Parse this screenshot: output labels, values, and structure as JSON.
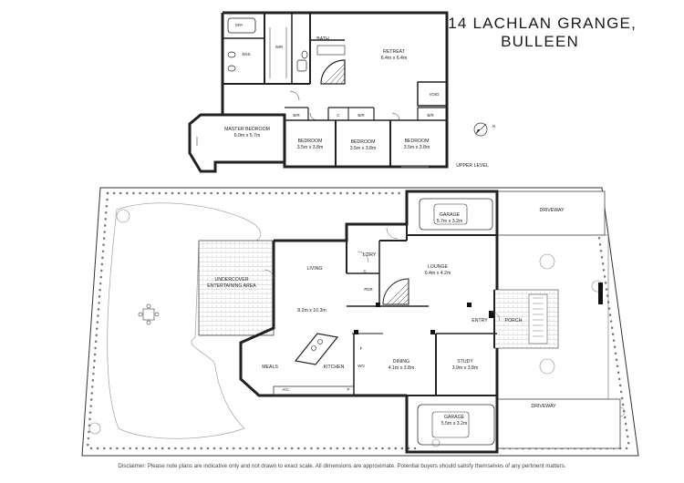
{
  "header": {
    "address_line1": "14 LACHLAN GRANGE,",
    "address_line2": "BULLEEN"
  },
  "upper_level": {
    "level_label": "UPPER LEVEL",
    "rooms": {
      "spa": "SPA",
      "ens": "ENS",
      "wir": "WIR",
      "bath": "BATH",
      "retreat_name": "RETREAT",
      "retreat_size": "6.4m x 6.4m",
      "void": "VOID",
      "master_name": "MASTER BEDROOM",
      "master_size": "6.0m x 5.7m",
      "bed1_name": "BEDROOM",
      "bed1_size": "3.5m x 3.8m",
      "bed2_name": "BEDROOM",
      "bed2_size": "3.5m x 3.8m",
      "bed3_name": "BEDROOM",
      "bed3_size": "3.5m x 3.8m",
      "bir1": "B/R",
      "c": "C",
      "bir2": "B/R",
      "bir3": "B/R"
    },
    "compass_label": "N"
  },
  "ground_level": {
    "rooms": {
      "garage_top_name": "GARAGE",
      "garage_top_size": "5.7m x 3.2m",
      "driveway_top": "DRIVEWAY",
      "ldry": "L'DRY",
      "lounge_name": "LOUNGE",
      "lounge_size": "6.4m x 4.2m",
      "living": "LIVING",
      "living_size": "8.2m x 10.3m",
      "undercover_1": "UNDERCOVER",
      "undercover_2": "ENTERTAINING AREA",
      "c": "C",
      "pdr": "PDR",
      "entry": "ENTRY",
      "porch": "PORCH",
      "meals": "MEALS",
      "kitchen": "KITCHEN",
      "wo": "WO",
      "f": "F",
      "dining_name": "DINING",
      "dining_size": "4.1m x 3.8m",
      "study_name": "STUDY",
      "study_size": "3.9m x 3.8m",
      "ac": "A/C",
      "p": "P",
      "garage_bottom_name": "GARAGE",
      "garage_bottom_size": "5.5m x 3.2m",
      "driveway_bottom": "DRIVEWAY"
    }
  },
  "footer": {
    "disclaimer": "Disclaimer: Please note plans are indicative only and not drawn to exact scale. All dimensions are approximate. Potential buyers should satisfy themselves of any pertinent matters."
  }
}
